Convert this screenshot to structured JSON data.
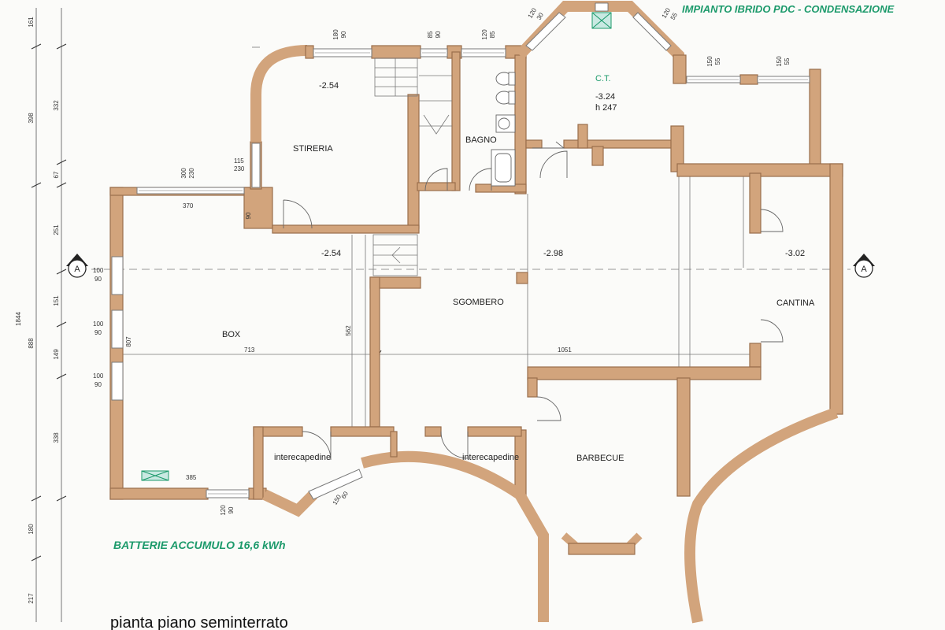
{
  "header": {
    "system_note": "IMPIANTO IBRIDO  PDC - CONDENSAZIONE"
  },
  "footer": {
    "battery_note": "BATTERIE ACCUMULO  16,6 kWh",
    "plan_title": "pianta  piano seminterrato"
  },
  "colors": {
    "wall": "#d2a47c",
    "note_green": "#1c9a6b"
  },
  "rooms": {
    "stireria": "STIRERIA",
    "bagno": "BAGNO",
    "ct": "C.T.",
    "box": "BOX",
    "sgombero": "SGOMBERO",
    "cantina": "CANTINA",
    "barbecue": "BARBECUE",
    "intercapedine_left": "interecapedine",
    "intercapedine_right": "interecapedine"
  },
  "levels": {
    "stireria": "-2.54",
    "box": "-2.54",
    "ct": "-3.24",
    "ct_height": "h 247",
    "sgombero": "-2.98",
    "cantina": "-3.02"
  },
  "section_markers": {
    "left": "A",
    "right": "A"
  },
  "left_dimensions": {
    "total": "1844",
    "outer": [
      "161",
      "398",
      "888",
      "180",
      "217"
    ],
    "inner": [
      "332",
      "67",
      "251",
      "151",
      "149",
      "338"
    ]
  },
  "internal_dimensions": {
    "box_width_span": "713",
    "right_width_span": "1051",
    "sgombero_height": "562",
    "box_height": "807",
    "box_top_span": "370",
    "box_bottom_span": "385",
    "stireria_wall": "90"
  },
  "window_labels": {
    "stireria_top": [
      "180",
      "90"
    ],
    "stair_top": [
      "85",
      "90"
    ],
    "bagno_top": [
      "120",
      "85"
    ],
    "ct_left": [
      "120",
      "30"
    ],
    "ct_right": [
      "120",
      "55"
    ],
    "ct_east_a": [
      "150",
      "55"
    ],
    "ct_east_b": [
      "150",
      "55"
    ],
    "stireria_side": [
      "115",
      "230"
    ],
    "box_top": [
      "300",
      "230"
    ],
    "box_west_a": [
      "100",
      "90"
    ],
    "box_west_b": [
      "100",
      "90"
    ],
    "box_west_c": [
      "100",
      "90"
    ],
    "box_south": [
      "120",
      "90"
    ],
    "interc_curve": [
      "150",
      "60"
    ]
  }
}
